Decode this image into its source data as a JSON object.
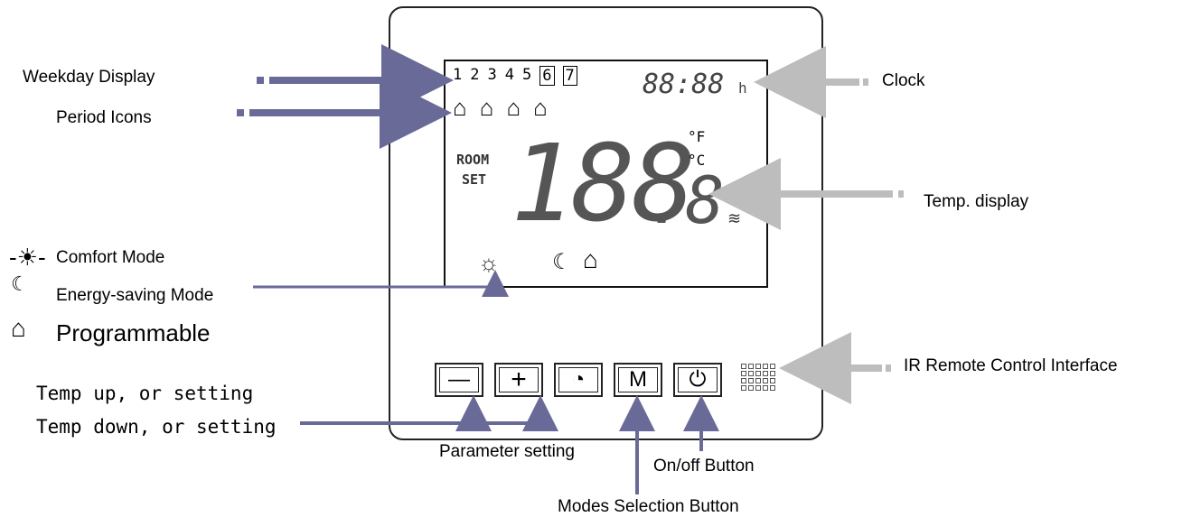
{
  "labels": {
    "weekday_display": "Weekday Display",
    "period_icons": "Period Icons",
    "clock": "Clock",
    "temp_display": "Temp. display",
    "comfort_mode": "Comfort Mode",
    "energy_saving_mode": "Energy-saving Mode",
    "programmable": "Programmable",
    "ir_remote": "IR Remote Control Interface",
    "temp_up": "Temp up, or setting",
    "temp_down": "Temp down, or setting",
    "parameter_setting": "Parameter setting",
    "on_off_button": "On/off Button",
    "modes_selection_button": "Modes Selection Button"
  },
  "lcd": {
    "days": [
      "1",
      "2",
      "3",
      "4",
      "5",
      "6",
      "7"
    ],
    "clock": "88:88",
    "clock_unit": "h",
    "room": "ROOM",
    "set": "SET",
    "temp_digits": "188",
    "temp_decimal": ".8",
    "unit_f": "°F",
    "unit_c": "°C"
  },
  "buttons": {
    "minus": "—",
    "plus": "+",
    "m": "M"
  },
  "colors": {
    "arrow_dark": "#6a6a98",
    "arrow_light": "#bdbdbd"
  }
}
